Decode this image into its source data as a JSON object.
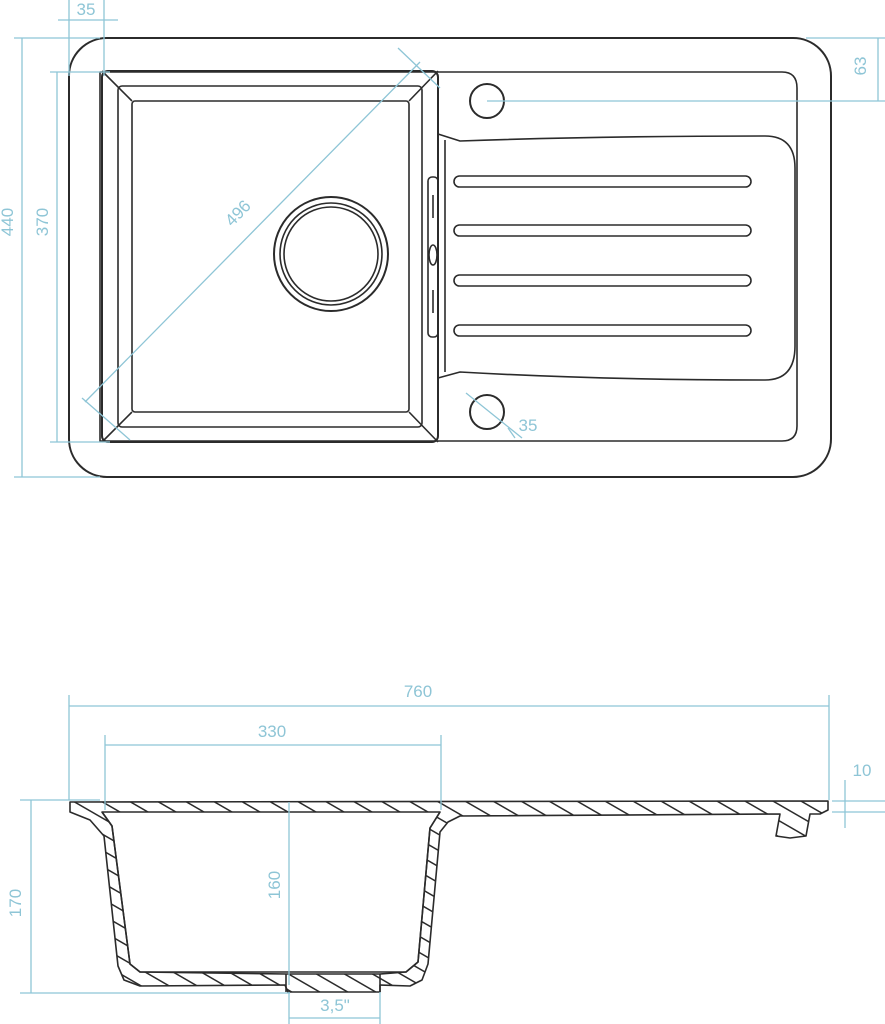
{
  "top_view": {
    "labels": {
      "rim_width": "35",
      "hole_offset": "63",
      "overall_depth": "440",
      "bowl_depth": "370",
      "bowl_diagonal": "496",
      "hole_diameter": "35"
    }
  },
  "section_view": {
    "labels": {
      "overall_width": "760",
      "bowl_width": "330",
      "rim_thickness": "10",
      "overall_height": "170",
      "bowl_height": "160",
      "drain_size": "3,5\""
    }
  },
  "colors": {
    "outline": "#2b2b2b",
    "dimension": "#8ec5d6",
    "background": "#ffffff"
  }
}
